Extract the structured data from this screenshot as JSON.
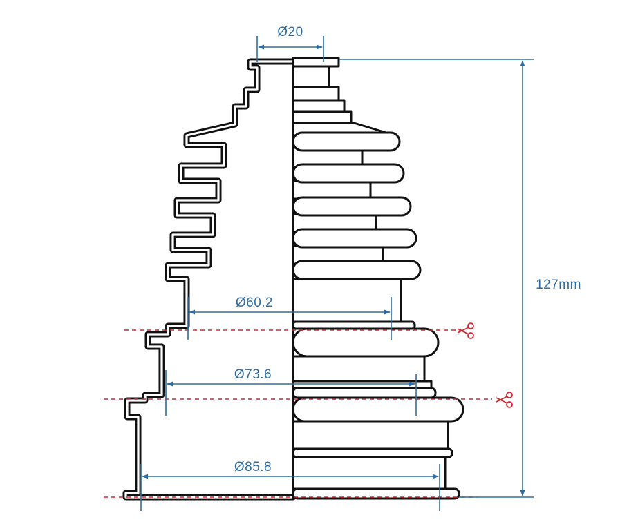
{
  "diagram": {
    "dimensions": {
      "top_diameter": "Ø20",
      "height": "127mm",
      "cut_diameter_1": "Ø60.2",
      "cut_diameter_2": "Ø73.6",
      "base_diameter": "Ø85.8"
    },
    "colors": {
      "outline": "#111111",
      "dimension": "#2e6da4",
      "cut_line": "#d0272e",
      "background": "#ffffff"
    },
    "icons": {
      "cut_mark": "scissors-icon"
    }
  }
}
